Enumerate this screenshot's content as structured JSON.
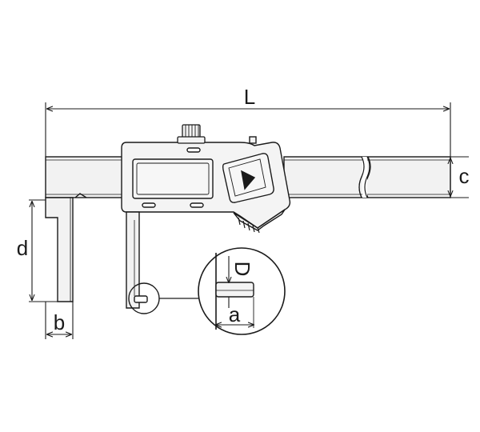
{
  "colors": {
    "stroke": "#1a1a1a",
    "body_fill": "#f4f4f4",
    "background": "#ffffff"
  },
  "labels": {
    "overall_length": "L",
    "beam_thickness": "c",
    "jaw_depth": "d",
    "jaw_width": "b",
    "tip_diameter": "D",
    "tip_length": "a"
  },
  "icons": {
    "display_button": "play-triangle-icon",
    "thumb_wheel": "knurled-wheel-icon"
  }
}
